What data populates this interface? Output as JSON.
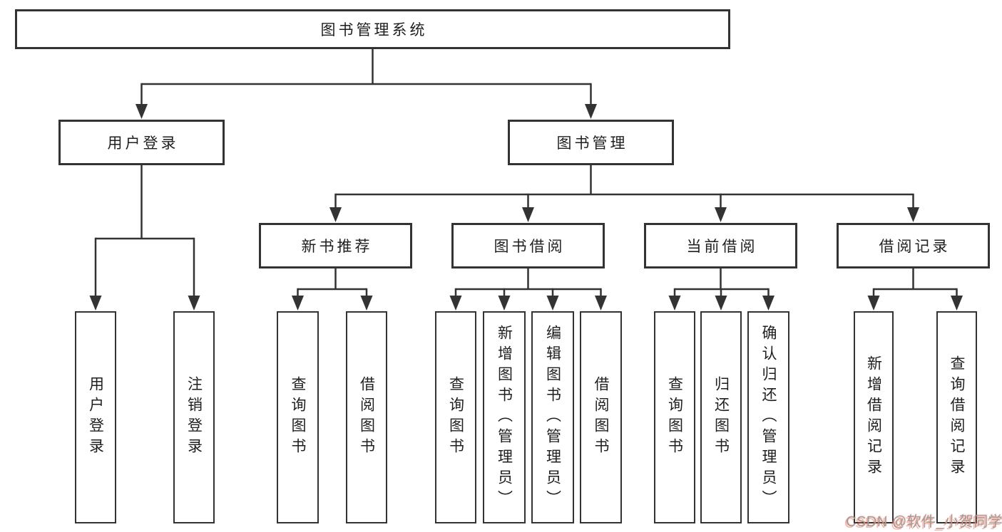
{
  "tree": {
    "root": {
      "label": "图书管理系统",
      "children": [
        {
          "label": "用户登录",
          "children": [
            {
              "label": "用户登录"
            },
            {
              "label": "注销登录"
            }
          ]
        },
        {
          "label": "图书管理",
          "children": [
            {
              "label": "新书推荐",
              "children": [
                {
                  "label": "查询图书"
                },
                {
                  "label": "借阅图书"
                }
              ]
            },
            {
              "label": "图书借阅",
              "children": [
                {
                  "label": "查询图书"
                },
                {
                  "label": "新增图书（管理员）"
                },
                {
                  "label": "编辑图书（管理员）"
                },
                {
                  "label": "借阅图书"
                }
              ]
            },
            {
              "label": "当前借阅",
              "children": [
                {
                  "label": "查询图书"
                },
                {
                  "label": "归还图书"
                },
                {
                  "label": "确认归还（管理员）"
                }
              ]
            },
            {
              "label": "借阅记录",
              "children": [
                {
                  "label": "新增借阅记录"
                },
                {
                  "label": "查询借阅记录"
                }
              ]
            }
          ]
        }
      ]
    }
  },
  "watermark": {
    "text": "CSDN @软件_小贺同学",
    "text_color": "#9c9c9c",
    "accent_color": "#fc5531"
  },
  "colors": {
    "background": "#ffffff",
    "line": "#333333",
    "box_border": "#333333",
    "text": "#1f1f1f"
  }
}
